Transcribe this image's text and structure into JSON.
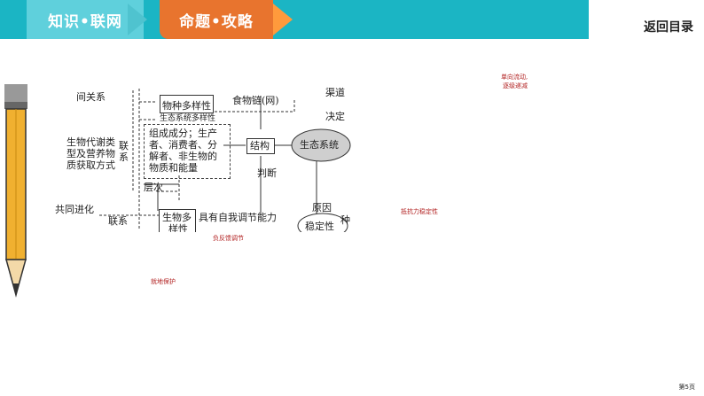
{
  "header": {
    "tab_knowledge": "知识•联网",
    "tab_topic": "命题•攻略",
    "return_label": "返回目录"
  },
  "diagram": {
    "t1": "间关系",
    "t2": "物种多样性",
    "t3": "生态系统多样性",
    "t4": "食物链(网)",
    "t5": "渠道",
    "t6": "决定",
    "t7": "生物代谢类",
    "t8": "型及营养物",
    "t9": "质获取方式",
    "t10": "联系",
    "t11": "组成成分；生产",
    "t12": "者、消费者、分",
    "t13": "解者、非生物的",
    "t14": "物质和能量",
    "t15": "结构",
    "t16": "生态系统",
    "t17": "判断",
    "t18": "层次",
    "t19": "共同进化",
    "t20": "联系",
    "t21": "生物多",
    "t22": "样性",
    "t23": "具有自我调节能力",
    "t24": "原因",
    "t25": "稳定性",
    "t26": "种"
  },
  "notes": {
    "n1a": "单向流动,",
    "n1b": "逐级递减",
    "n2": "抵抗力稳定性",
    "n3": "负反馈调节",
    "n4": "就地保护"
  },
  "footer": {
    "page": "第5页"
  },
  "colors": {
    "bar": "#1bb5c4",
    "tab1": "#5fd0dc",
    "tab2": "#e8742e",
    "note": "#b22222"
  }
}
